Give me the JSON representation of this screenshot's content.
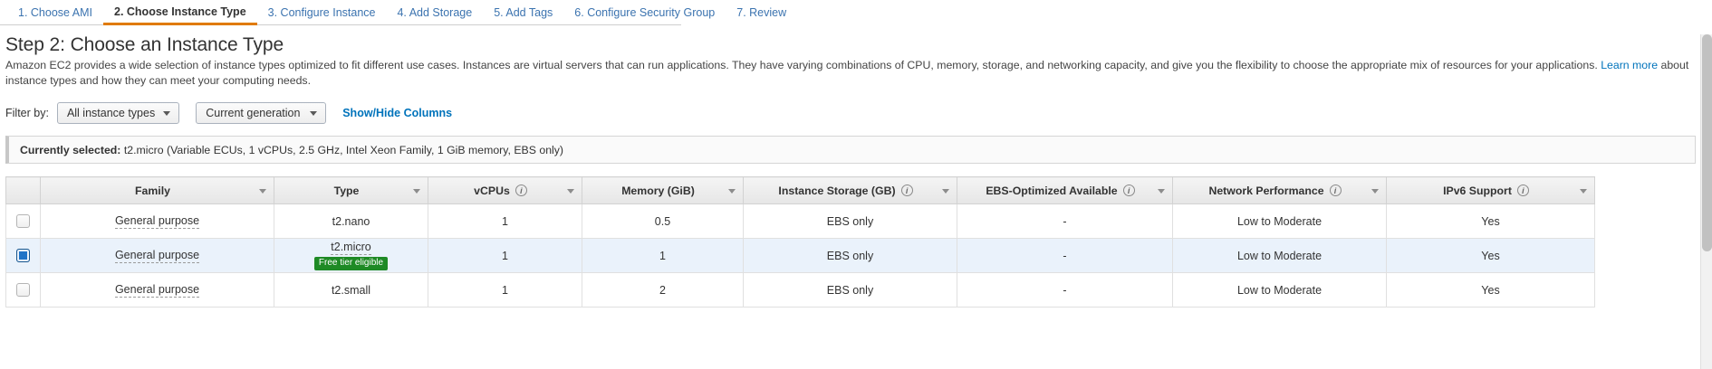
{
  "wizard": {
    "tabs": [
      {
        "label": "1. Choose AMI",
        "active": false
      },
      {
        "label": "2. Choose Instance Type",
        "active": true
      },
      {
        "label": "3. Configure Instance",
        "active": false
      },
      {
        "label": "4. Add Storage",
        "active": false
      },
      {
        "label": "5. Add Tags",
        "active": false
      },
      {
        "label": "6. Configure Security Group",
        "active": false
      },
      {
        "label": "7. Review",
        "active": false
      }
    ]
  },
  "page": {
    "heading": "Step 2: Choose an Instance Type",
    "description_part1": "Amazon EC2 provides a wide selection of instance types optimized to fit different use cases. Instances are virtual servers that can run applications. They have varying combinations of CPU, memory, storage, and networking capacity, and give you the flexibility to choose the appropriate mix of resources for your applications. ",
    "learn_more_label": "Learn more",
    "description_part2": " about instance types and how they can meet your computing needs."
  },
  "filter": {
    "label": "Filter by:",
    "instance_types_value": "All instance types",
    "generation_value": "Current generation",
    "show_hide_columns_label": "Show/Hide Columns"
  },
  "selected_banner": {
    "prefix": "Currently selected:",
    "value": "t2.micro (Variable ECUs, 1 vCPUs, 2.5 GHz, Intel Xeon Family, 1 GiB memory, EBS only)"
  },
  "table": {
    "columns": [
      {
        "label": "Family",
        "info": false
      },
      {
        "label": "Type",
        "info": false
      },
      {
        "label": "vCPUs",
        "info": true
      },
      {
        "label": "Memory (GiB)",
        "info": false
      },
      {
        "label": "Instance Storage (GB)",
        "info": true
      },
      {
        "label": "EBS-Optimized Available",
        "info": true
      },
      {
        "label": "Network Performance",
        "info": true
      },
      {
        "label": "IPv6 Support",
        "info": true
      }
    ],
    "rows": [
      {
        "selected": false,
        "family": "General purpose",
        "type": "t2.nano",
        "free_tier": "",
        "vcpus": "1",
        "memory": "0.5",
        "storage": "EBS only",
        "ebs_optimized": "-",
        "network": "Low to Moderate",
        "ipv6": "Yes"
      },
      {
        "selected": true,
        "family": "General purpose",
        "type": "t2.micro",
        "free_tier": "Free tier eligible",
        "vcpus": "1",
        "memory": "1",
        "storage": "EBS only",
        "ebs_optimized": "-",
        "network": "Low to Moderate",
        "ipv6": "Yes"
      },
      {
        "selected": false,
        "family": "General purpose",
        "type": "t2.small",
        "free_tier": "",
        "vcpus": "1",
        "memory": "2",
        "storage": "EBS only",
        "ebs_optimized": "-",
        "network": "Low to Moderate",
        "ipv6": "Yes"
      }
    ]
  },
  "icons": {
    "info": "i",
    "sort_caret": "sort-caret-icon",
    "dropdown_caret": "chevron-down-icon"
  },
  "colors": {
    "link": "#0073bb",
    "tab_active_underline": "#e07b00",
    "selected_row": "#eaf2fb",
    "checkbox_checked": "#1f73c7",
    "free_tier_badge": "#1e8a25"
  }
}
